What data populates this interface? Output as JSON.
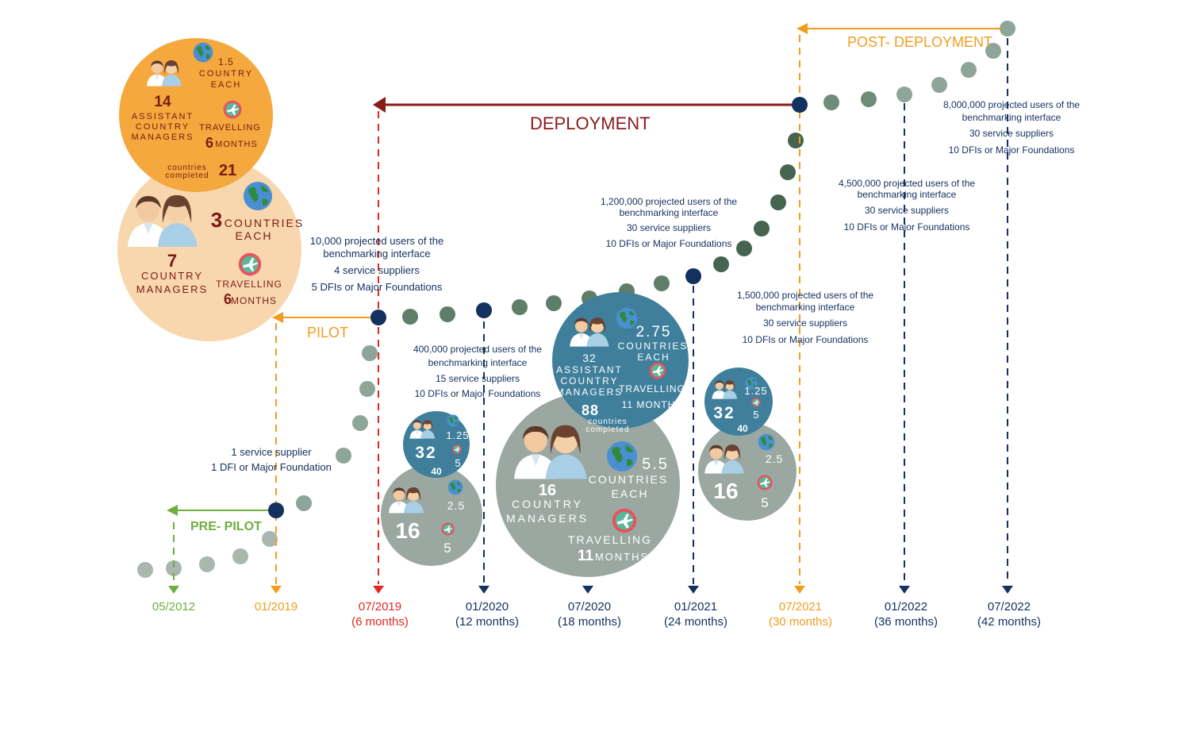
{
  "colors": {
    "navy": "#13305f",
    "orange": "#f39c1e",
    "green": "#6fae3f",
    "red": "#b3141a",
    "dark_red": "#8a1a1a",
    "phase_text_dark": "#7a1a12",
    "dot_light": "#a9b7ae",
    "dot_mid": "#6f8c78",
    "dot_dark": "#466450",
    "bubble_teal": "#3f7f9c",
    "bubble_gray": "#9aa8a1",
    "bubble_orange": "#f4a83d",
    "bubble_peach": "#f8d7ae"
  },
  "phases": {
    "pre_pilot": "PRE- PILOT",
    "pilot": "PILOT",
    "deployment": "DEPLOYMENT",
    "post_deployment": "POST- DEPLOYMENT"
  },
  "axis": [
    {
      "date": "05/2012",
      "sub": ""
    },
    {
      "date": "01/2019",
      "sub": ""
    },
    {
      "date": "07/2019",
      "sub": "(6 months)"
    },
    {
      "date": "01/2020",
      "sub": "(12 months)"
    },
    {
      "date": "07/2020",
      "sub": "(18 months)"
    },
    {
      "date": "01/2021",
      "sub": "(24 months)"
    },
    {
      "date": "07/2021",
      "sub": "(30 months)"
    },
    {
      "date": "01/2022",
      "sub": "(36 months)"
    },
    {
      "date": "07/2022",
      "sub": "(42 months)"
    }
  ],
  "annotations": {
    "a_2019_01": {
      "l1": "1 service supplier",
      "l2": "1 DFI or Major Foundation"
    },
    "a_2019_07": {
      "l1": "10,000 projected users  of the",
      "l2": "benchmarking interface",
      "l3": "4 service suppliers",
      "l4": "5 DFIs or Major Foundations"
    },
    "a_2020_01": {
      "l1": "400,000 projected users of the",
      "l2": "benchmarking interface",
      "l3": "15 service suppliers",
      "l4": "10 DFIs or Major Foundations"
    },
    "a_2021_01": {
      "l1": "1,200,000 projected users  of the",
      "l2": "benchmarking interface",
      "l3": "30 service suppliers",
      "l4": "10 DFIs or Major Foundations"
    },
    "a_2021_07": {
      "l1": "1,500,000 projected users  of the",
      "l2": "benchmarking interface",
      "l3": "30 service suppliers",
      "l4": "10 DFIs or Major Foundations"
    },
    "a_2022_01": {
      "l1": "4,500,000 projected users  of the",
      "l2": "benchmarking interface",
      "l3": "30 service suppliers",
      "l4": "10 DFIs or Major Foundations"
    },
    "a_2022_07": {
      "l1": "8,000,000 projected users  of the",
      "l2": "benchmarking interface",
      "l3": "30 service suppliers",
      "l4": "10 DFIs or Major Foundations"
    }
  },
  "pilot_bubbles": {
    "assistant": {
      "count": "14",
      "l1": "ASSISTANT",
      "l2": "COUNTRY",
      "l3": "MANAGERS",
      "c_num": "1.5",
      "c_l1": "COUNTRY",
      "c_l2": "EACH",
      "t_l1": "TRAVELLING",
      "t_num": "6",
      "t_l2": "MONTHS"
    },
    "completed": {
      "l1": "countries",
      "l2": "completed",
      "num": "21"
    },
    "managers": {
      "count": "7",
      "l1": "COUNTRY",
      "l2": "MANAGERS",
      "c_num": "3",
      "c_l1": "COUNTRIES",
      "c_l2": "EACH",
      "t_l1": "TRAVELLING",
      "t_num": "6",
      "t_l2": "MONTHS"
    }
  },
  "small_left": {
    "top_count": "32",
    "top_countries": "1.25",
    "top_travel": "5",
    "mid": "40",
    "bottom_count": "16",
    "bottom_countries": "2.5",
    "bottom_travel": "5"
  },
  "small_right": {
    "top_count": "32",
    "top_countries": "1.25",
    "top_travel": "5",
    "mid": "40",
    "bottom_count": "16",
    "bottom_countries": "2.5",
    "bottom_travel": "5"
  },
  "big_bubbles": {
    "assistant": {
      "count": "32",
      "l1": "ASSISTANT",
      "l2": "COUNTRY",
      "l3": "MANAGERS",
      "c_num": "2.75",
      "c_l1": "COUNTRIES",
      "c_l2": "EACH",
      "t_l1": "TRAVELLING",
      "t_l2": "11 MONTHS"
    },
    "completed": {
      "num": "88",
      "l1": "countries",
      "l2": "completed"
    },
    "managers": {
      "count": "16",
      "l1": "COUNTRY",
      "l2": "MANAGERS",
      "c_num": "5.5",
      "c_l1": "COUNTRIES",
      "c_l2": "EACH",
      "t_l1": "TRAVELLING",
      "t_num": "11",
      "t_l2": "MONTHS"
    }
  },
  "icons": [
    "people-icon",
    "globe-icon",
    "airplane-icon"
  ]
}
